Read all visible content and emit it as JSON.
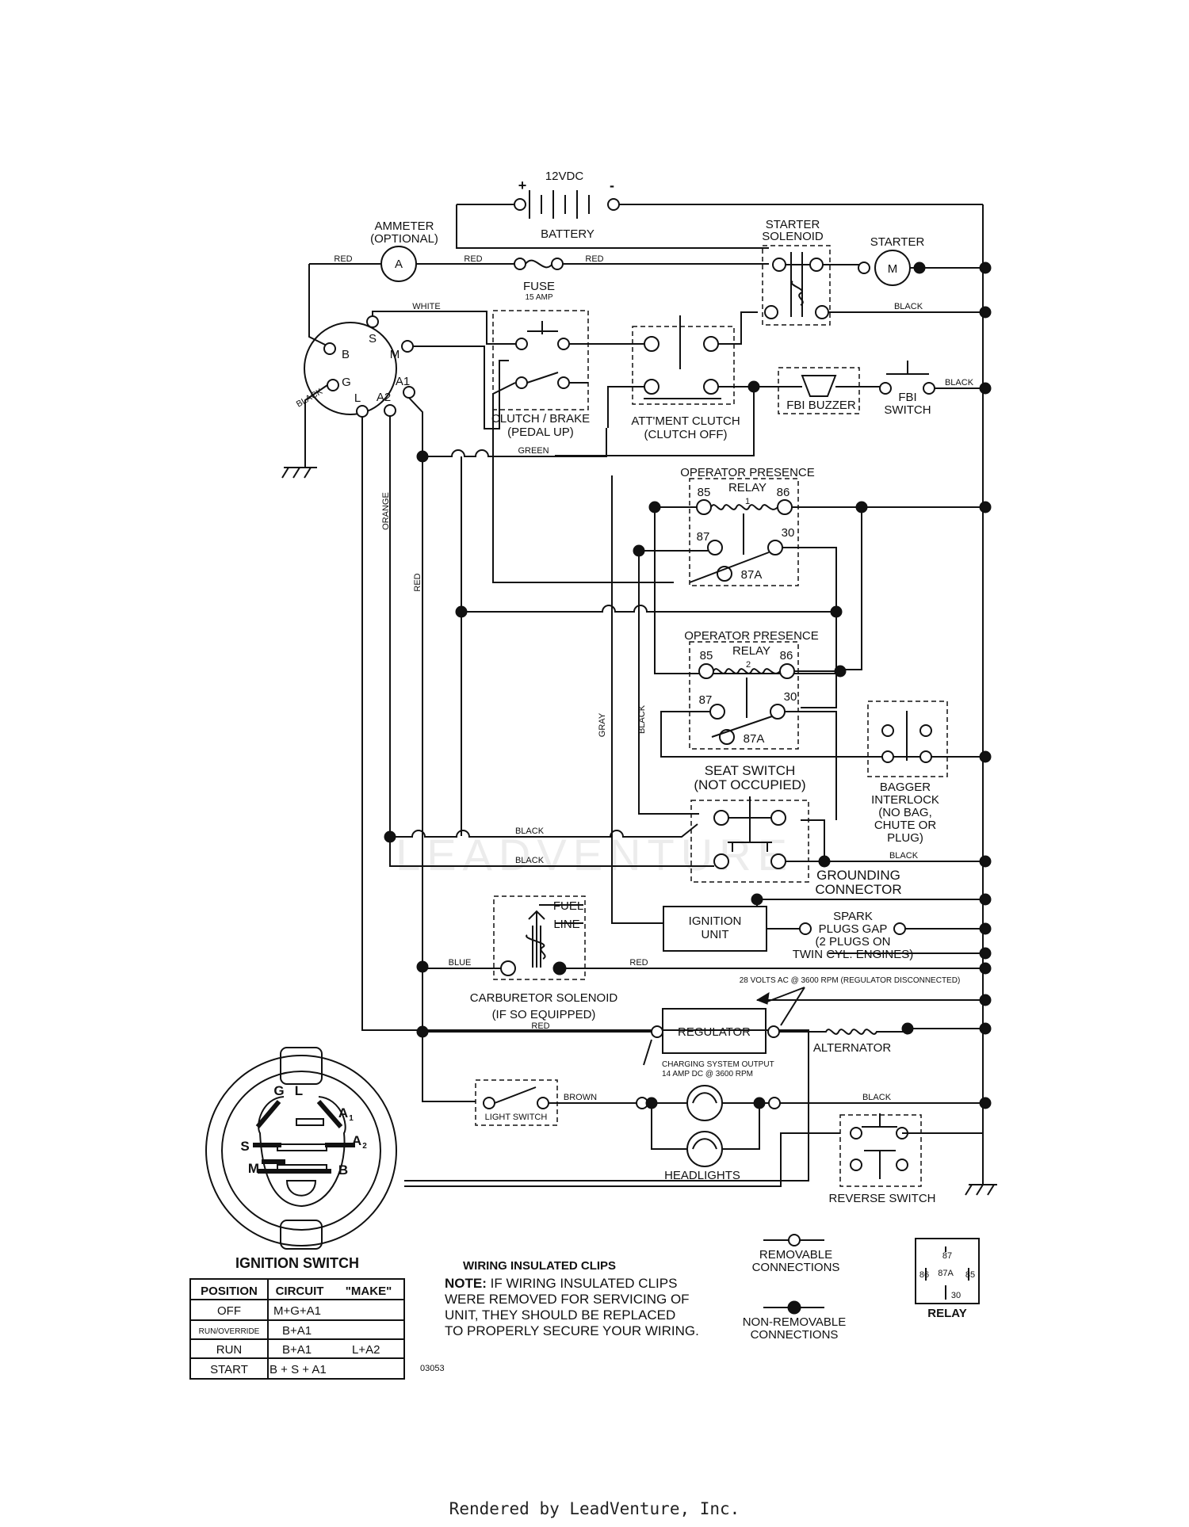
{
  "labels": {
    "battery_voltage": "12VDC",
    "battery_plus": "+",
    "battery_minus": "-",
    "battery": "BATTERY",
    "ammeter_1": "AMMETER",
    "ammeter_2": "(OPTIONAL)",
    "ammeter_letter": "A",
    "fuse": "FUSE",
    "fuse_rating": "15 AMP",
    "starter_solenoid_1": "STARTER",
    "starter_solenoid_2": "SOLENOID",
    "starter": "STARTER",
    "starter_letter": "M",
    "clutch_brake_1": "CLUTCH / BRAKE",
    "clutch_brake_2": "(PEDAL UP)",
    "attment_clutch_1": "ATT'MENT CLUTCH",
    "attment_clutch_2": "(CLUTCH OFF)",
    "fbi_buzzer": "FBI BUZZER",
    "fbi_switch_1": "FBI",
    "fbi_switch_2": "SWITCH",
    "relay1_title": "OPERATOR PRESENCE",
    "relay1_sub": "RELAY",
    "relay1_num": "1",
    "relay2_title": "OPERATOR PRESENCE",
    "relay2_sub": "RELAY",
    "relay2_num": "2",
    "pin85": "85",
    "pin86": "86",
    "pin87": "87",
    "pin30": "30",
    "pin87a": "87A",
    "seat_switch_1": "SEAT SWITCH",
    "seat_switch_2": "(NOT OCCUPIED)",
    "bagger_1": "BAGGER",
    "bagger_2": "INTERLOCK",
    "bagger_3": "(NO BAG,",
    "bagger_4": "CHUTE OR",
    "bagger_5": "PLUG)",
    "grounding_1": "GROUNDING",
    "grounding_2": "CONNECTOR",
    "ignition_unit_1": "IGNITION",
    "ignition_unit_2": "UNIT",
    "spark_1": "SPARK",
    "spark_2": "PLUGS GAP",
    "spark_3": "(2 PLUGS ON",
    "spark_4": "TWIN CYL. ENGINES)",
    "fuel_line_1": "FUEL",
    "fuel_line_2": "LINE",
    "carb_1": "CARBURETOR SOLENOID",
    "carb_2": "(IF SO EQUIPPED)",
    "regulator": "REGULATOR",
    "alternator": "ALTERNATOR",
    "volts_note": "28 VOLTS AC @ 3600 RPM (REGULATOR DISCONNECTED)",
    "charging_1": "CHARGING SYSTEM OUTPUT",
    "charging_2": "14 AMP DC @ 3600 RPM",
    "light_switch": "LIGHT SWITCH",
    "headlights": "HEADLIGHTS",
    "reverse_switch": "REVERSE SWITCH",
    "ign_terminal_b": "B",
    "ign_terminal_s": "S",
    "ign_terminal_m": "M",
    "ign_terminal_g": "G",
    "ign_terminal_l": "L",
    "ign_terminal_a1": "A1",
    "ign_terminal_a2": "A2",
    "ign_switch_title": "IGNITION SWITCH",
    "ign_face_g": "G",
    "ign_face_l": "L",
    "ign_face_a1": "A",
    "ign_face_a1_sub": "1",
    "ign_face_a2": "A",
    "ign_face_a2_sub": "2",
    "ign_face_s": "S",
    "ign_face_m": "M",
    "ign_face_b": "B",
    "clips_title": "WIRING INSULATED CLIPS",
    "clips_note_bold": "NOTE:",
    "clips_note_1": " IF WIRING INSULATED CLIPS",
    "clips_note_2": "WERE REMOVED FOR SERVICING OF",
    "clips_note_3": " UNIT, THEY SHOULD BE REPLACED",
    "clips_note_4": "TO PROPERLY SECURE YOUR WIRING.",
    "removable_1": "REMOVABLE",
    "removable_2": "CONNECTIONS",
    "nonremovable_1": "NON-REMOVABLE",
    "nonremovable_2": "CONNECTIONS",
    "relay_legend": "RELAY",
    "part_number": "03053",
    "watermark": "LEADVENTURE"
  },
  "wire_colors": {
    "red_1": "RED",
    "red_2": "RED",
    "red_3": "RED",
    "white": "WHITE",
    "black_b": "BLACK",
    "black_starter": "BLACK",
    "black_fbi": "BLACK",
    "green": "GREEN",
    "orange": "ORANGE",
    "red_vert": "RED",
    "gray": "GRAY",
    "black_vert": "BLACK",
    "black_seat_1": "BLACK",
    "black_seat_2": "BLACK",
    "black_bagger": "BLACK",
    "blue": "BLUE",
    "red_carb": "RED",
    "red_reg": "RED",
    "brown": "BROWN",
    "black_head": "BLACK"
  },
  "ignition_table": {
    "headers": [
      "POSITION",
      "CIRCUIT",
      "\"MAKE\""
    ],
    "rows": [
      {
        "position": "OFF",
        "circuit": "M+G+A1",
        "extra": ""
      },
      {
        "position": "RUN/OVERRIDE",
        "circuit": "B+A1",
        "extra": ""
      },
      {
        "position": "RUN",
        "circuit": "B+A1",
        "extra": "L+A2"
      },
      {
        "position": "START",
        "circuit": "B + S + A1",
        "extra": ""
      }
    ]
  },
  "footer": "Rendered by LeadVenture, Inc."
}
